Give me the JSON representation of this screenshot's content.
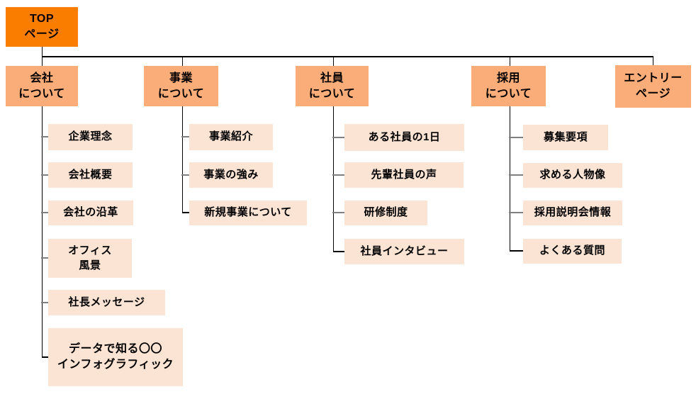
{
  "diagram": {
    "root": {
      "label": "TOP\nページ"
    },
    "sections": [
      {
        "label": "会社\nについて",
        "children": [
          "企業理念",
          "会社概要",
          "会社の沿革",
          "オフィス\n風景",
          "社長メッセージ",
          "データで知る〇〇\nインフォグラフィック"
        ]
      },
      {
        "label": "事業\nについて",
        "children": [
          "事業紹介",
          "事業の強み",
          "新規事業について"
        ]
      },
      {
        "label": "社員\nについて",
        "children": [
          "ある社員の1日",
          "先輩社員の声",
          "研修制度",
          "社員インタビュー"
        ]
      },
      {
        "label": "採用\nについて",
        "children": [
          "募集要項",
          "求める人物像",
          "採用説明会情報",
          "よくある質問"
        ]
      },
      {
        "label": "エントリー\nページ",
        "children": []
      }
    ],
    "colors": {
      "root_box": "#FA7D00",
      "section_box": "#FBAD79",
      "item_box": "#FCE4D4",
      "connector": "#000000",
      "tick": "#7F7F7F"
    }
  }
}
